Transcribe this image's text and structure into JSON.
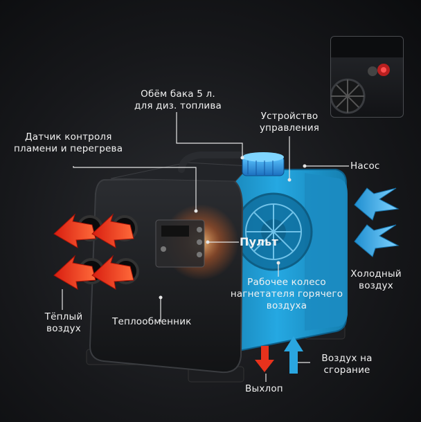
{
  "labels": {
    "tank": [
      "Обём бака 5 л.",
      "для диз. топлива"
    ],
    "flame_sensor": [
      "Датчик контроля",
      "пламени и перегрева"
    ],
    "control_unit": [
      "Устройство",
      "управления"
    ],
    "pump": "Насос",
    "remote": "Пульт",
    "cold_air": [
      "Холодный",
      "воздух"
    ],
    "fan": [
      "Рабочее колесо",
      "нагнетателя горячего",
      "воздуха"
    ],
    "warm_air": [
      "Тёплый",
      "воздух"
    ],
    "heat_exchanger": "Теплообменник",
    "combustion_air": [
      "Воздух на",
      "сгорание"
    ],
    "exhaust": "Выхлоп"
  },
  "colors": {
    "warm_arrow": "#e8321c",
    "cold_arrow": "#2aa6e0",
    "body_blue": "#1f9fd8",
    "body_black": "#1a1b1e",
    "leader": "#e6e6e6"
  },
  "icons": {
    "warm_air": "red-arrow-left-icon",
    "cold_air": "blue-arrow-left-icon",
    "exhaust": "red-arrow-down-icon",
    "intake": "blue-arrow-up-icon"
  }
}
